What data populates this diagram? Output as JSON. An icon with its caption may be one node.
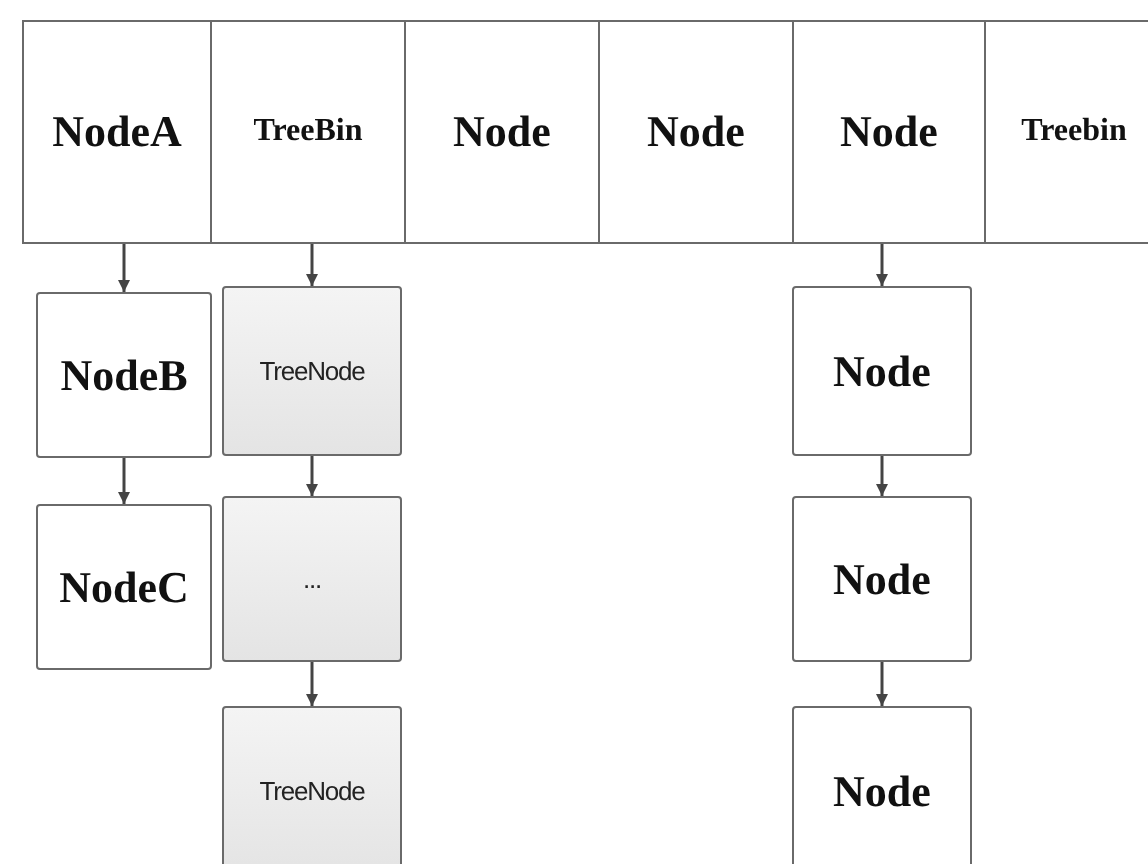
{
  "diagram": {
    "nodes": [
      {
        "text": [
          "NodeA"
        ]
      },
      {
        "text": [
          "TreeBin"
        ]
      },
      {
        "text": [
          "Node"
        ]
      },
      {
        "text": [
          "Node"
        ]
      },
      {
        "text": [
          "Node"
        ]
      },
      {
        "text": [
          "Treebin"
        ]
      },
      {
        "text": [
          "NodeB"
        ]
      },
      {
        "text": [
          "NodeC"
        ]
      },
      {
        "text": [
          "TreeNode"
        ]
      },
      {
        "text": [
          "..."
        ]
      },
      {
        "text": [
          "TreeNode"
        ]
      },
      {
        "text": [
          "Node"
        ]
      },
      {
        "text": [
          "Node"
        ]
      },
      {
        "text": [
          "Node"
        ]
      }
    ],
    "edges": [
      {
        "from": 0,
        "to": 6,
        "arrow": "to"
      },
      {
        "from": 6,
        "to": 7,
        "arrow": "to"
      },
      {
        "from": 1,
        "to": 8,
        "arrow": "to"
      },
      {
        "from": 8,
        "to": 9,
        "arrow": "to"
      },
      {
        "from": 9,
        "to": 10,
        "arrow": "to"
      },
      {
        "from": 4,
        "to": 11,
        "arrow": "to"
      },
      {
        "from": 11,
        "to": 12,
        "arrow": "to"
      },
      {
        "from": 12,
        "to": 13,
        "arrow": "to"
      }
    ]
  }
}
